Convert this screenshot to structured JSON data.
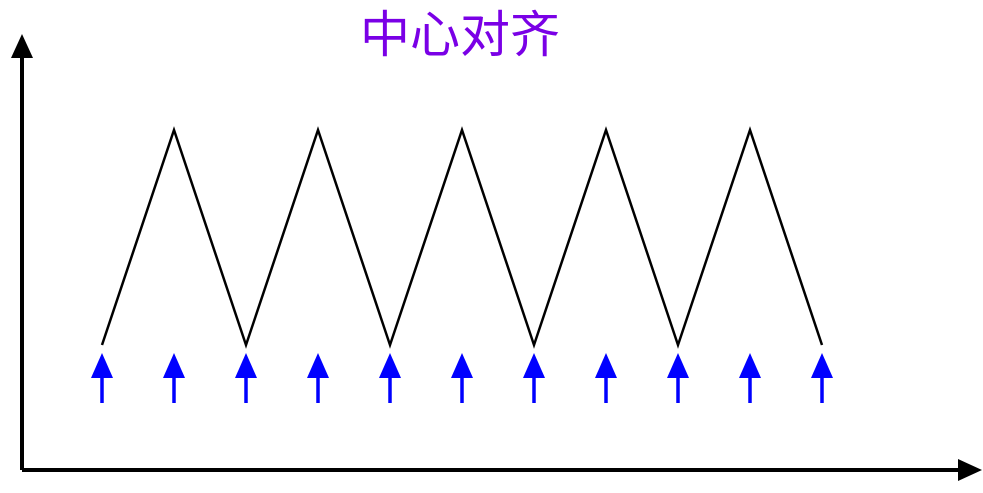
{
  "title": "中心对齐",
  "colors": {
    "title": "#7a00e6",
    "waveform": "#000000",
    "arrows": "#0000ff",
    "axes": "#000000"
  },
  "waveform": {
    "shape": "triangle",
    "peaks": 5
  },
  "sample_markers": {
    "count": 11,
    "icon": "up-arrow-icon"
  }
}
